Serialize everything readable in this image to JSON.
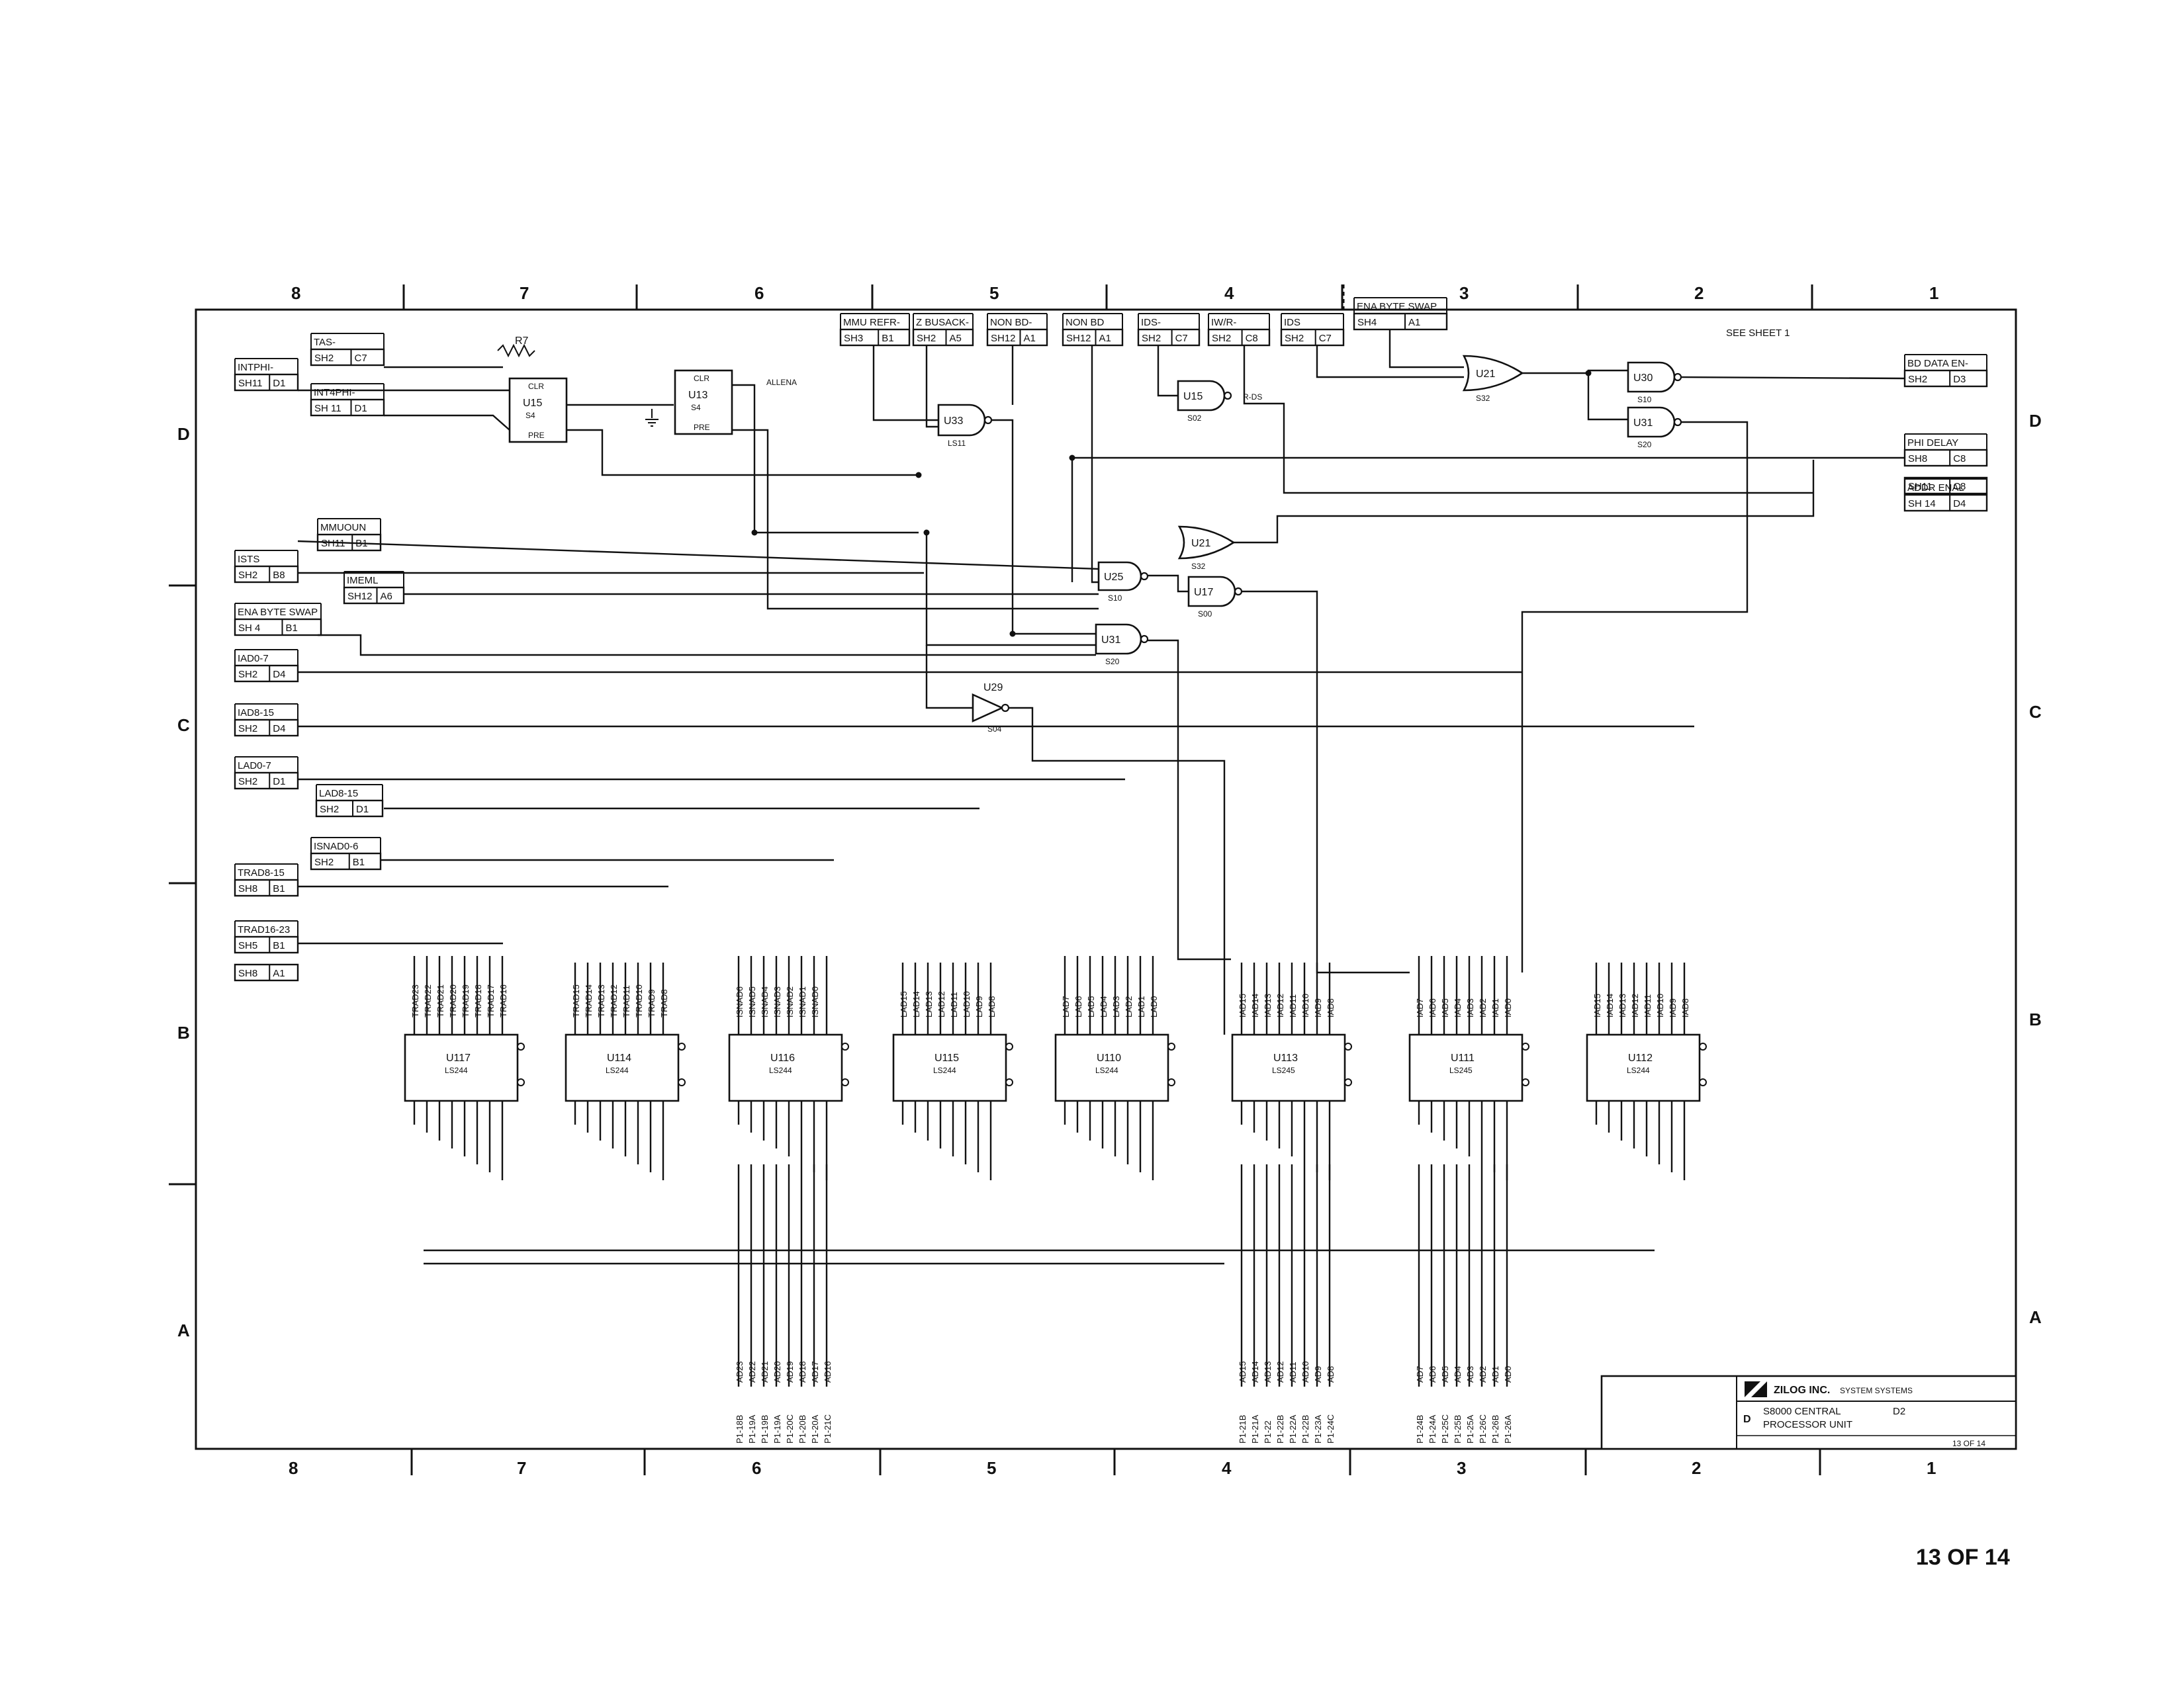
{
  "sheet": {
    "page_label": "13 OF 14",
    "zones_x": [
      "8",
      "7",
      "6",
      "5",
      "4",
      "3",
      "2",
      "1"
    ],
    "zones_y": [
      "D",
      "C",
      "B",
      "A"
    ],
    "ref_note": "SEE SHEET 1"
  },
  "title_block": {
    "company": "ZILOG INC.",
    "division": "SYSTEM SYSTEMS",
    "title_line1": "S8000 CENTRAL",
    "title_line2": "PROCESSOR UNIT",
    "size": "D",
    "rev": "D2",
    "sheet_of": "13 OF 14"
  },
  "ports": [
    {
      "id": "tas",
      "name": "TAS-",
      "sh": "SH2",
      "ref": "C7"
    },
    {
      "id": "intphi",
      "name": "INTPHI-",
      "sh": "SH11",
      "ref": "D1"
    },
    {
      "id": "int4phi",
      "name": "INT4PHI-",
      "sh": "SH 11",
      "ref": "D1"
    },
    {
      "id": "mmuoun",
      "name": "MMUOUN",
      "sh": "SH11",
      "ref": "B1"
    },
    {
      "id": "ists",
      "name": "ISTS",
      "sh": "SH2",
      "ref": "B8"
    },
    {
      "id": "imeml",
      "name": "IMEML",
      "sh": "SH12",
      "ref": "A6"
    },
    {
      "id": "enabs",
      "name": "ENA BYTE SWAP",
      "sh": "SH 4",
      "ref": "B1"
    },
    {
      "id": "iad07",
      "name": "IAD0-7",
      "sh": "SH2",
      "ref": "D4"
    },
    {
      "id": "iad815",
      "name": "IAD8-15",
      "sh": "SH2",
      "ref": "D4"
    },
    {
      "id": "lad07",
      "name": "LAD0-7",
      "sh": "SH2",
      "ref": "D1"
    },
    {
      "id": "lad815",
      "name": "LAD8-15",
      "sh": "SH2",
      "ref": "D1"
    },
    {
      "id": "isnad06",
      "name": "ISNAD0-6",
      "sh": "SH2",
      "ref": "B1"
    },
    {
      "id": "trad815",
      "name": "TRAD8-15",
      "sh": "SH8",
      "ref": "B1"
    },
    {
      "id": "trad1623",
      "name": "TRAD16-23",
      "sh": "SH5",
      "ref": "B1"
    },
    {
      "id": "trad1623b",
      "name": "",
      "sh": "SH8",
      "ref": "A1"
    },
    {
      "id": "mmurefr",
      "name": "MMU REFR-",
      "sh": "SH3",
      "ref": "B1"
    },
    {
      "id": "zbusack",
      "name": "Z BUSACK-",
      "sh": "SH2",
      "ref": "A5"
    },
    {
      "id": "nonbd1",
      "name": "NON BD-",
      "sh": "SH12",
      "ref": "A1"
    },
    {
      "id": "nonbd2",
      "name": "NON BD",
      "sh": "SH12",
      "ref": "A1"
    },
    {
      "id": "ids1",
      "name": "IDS-",
      "sh": "SH2",
      "ref": "C7"
    },
    {
      "id": "iwr",
      "name": "IW/R-",
      "sh": "SH2",
      "ref": "C8"
    },
    {
      "id": "ids2",
      "name": "IDS",
      "sh": "SH2",
      "ref": "C7"
    },
    {
      "id": "enabs2",
      "name": "ENA BYTE SWAP",
      "sh": "SH4",
      "ref": "A1"
    },
    {
      "id": "bddataen",
      "name": "BD DATA EN-",
      "sh": "SH2",
      "ref": "D3"
    },
    {
      "id": "phidelay",
      "name": "PHI DELAY",
      "sh": "SH8",
      "ref": "C8"
    },
    {
      "id": "phidelay2",
      "name": "",
      "sh": "SH11",
      "ref": "C8"
    },
    {
      "id": "addrenal",
      "name": "ADDR ENAL",
      "sh": "SH 14",
      "ref": "D4"
    }
  ],
  "parts": {
    "r7": "R7",
    "u15_ff": {
      "ref": "U15",
      "type": "S4"
    },
    "u13_ff": {
      "ref": "U13",
      "type": "S4"
    },
    "u33": {
      "ref": "U33",
      "type": "LS11"
    },
    "u15_nand": {
      "ref": "U15",
      "type": "S02"
    },
    "u21a": {
      "ref": "U21",
      "type": "S32"
    },
    "u30": {
      "ref": "U30",
      "type": "S10"
    },
    "u31a": {
      "ref": "U31",
      "type": "S20"
    },
    "u21b": {
      "ref": "U21",
      "type": "S32"
    },
    "u25": {
      "ref": "U25",
      "type": "S10"
    },
    "u17_gate": {
      "ref": "U17",
      "type": "S00"
    },
    "u31b": {
      "ref": "U31",
      "type": "S20"
    },
    "u29": {
      "ref": "U29",
      "type": "S04"
    },
    "net_allena": "ALLENA",
    "net_rds": "R-DS"
  },
  "buffers": [
    {
      "ref": "U117",
      "type": "LS244",
      "top": [
        "TRAD23",
        "TRAD22",
        "TRAD21",
        "TRAD20",
        "TRAD19",
        "TRAD18",
        "TRAD17",
        "TRAD16"
      ],
      "bottom": []
    },
    {
      "ref": "U114",
      "type": "LS244",
      "top": [
        "TRAD15",
        "TRAD14",
        "TRAD13",
        "TRAD12",
        "TRAD11",
        "TRAD10",
        "TRAD9",
        "TRAD8"
      ],
      "bottom": []
    },
    {
      "ref": "U116",
      "type": "LS244",
      "top": [
        "ISNAD6",
        "ISNAD5",
        "ISNAD4",
        "ISNAD3",
        "ISNAD2",
        "ISNAD1",
        "ISNAD0"
      ],
      "bottom": [
        "AD23",
        "AD22",
        "AD21",
        "AD20",
        "AD19",
        "AD18",
        "AD17",
        "AD16"
      ]
    },
    {
      "ref": "U115",
      "type": "LS244",
      "top": [
        "LAD15",
        "LAD14",
        "LAD13",
        "LAD12",
        "LAD11",
        "LAD10",
        "LAD9",
        "LAD8"
      ],
      "bottom": []
    },
    {
      "ref": "U110",
      "type": "LS244",
      "top": [
        "LAD7",
        "LAD6",
        "LAD5",
        "LAD4",
        "LAD3",
        "LAD2",
        "LAD1",
        "LAD0"
      ],
      "bottom": []
    },
    {
      "ref": "U113",
      "type": "LS245",
      "top": [
        "IAD15",
        "IAD14",
        "IAD13",
        "IAD12",
        "IAD11",
        "IAD10",
        "IAD9",
        "IAD8"
      ],
      "bottom": [
        "AD15",
        "AD14",
        "AD13",
        "AD12",
        "AD11",
        "AD10",
        "AD9",
        "AD8"
      ]
    },
    {
      "ref": "U111",
      "type": "LS245",
      "top": [
        "IAD7",
        "IAD6",
        "IAD5",
        "IAD4",
        "IAD3",
        "IAD2",
        "IAD1",
        "IAD0"
      ],
      "bottom": [
        "AD7",
        "AD6",
        "AD5",
        "AD4",
        "AD3",
        "AD2",
        "AD1",
        "AD0"
      ]
    },
    {
      "ref": "U112",
      "type": "LS244",
      "top": [
        "IAD15",
        "IAD14",
        "IAD13",
        "IAD12",
        "IAD11",
        "IAD10",
        "IAD9",
        "IAD8"
      ],
      "bottom": []
    }
  ],
  "connectors": {
    "u116": [
      "P1-18B",
      "P1-19A",
      "P1-19B",
      "P1-19A",
      "P1-20C",
      "P1-20B",
      "P1-20A",
      "P1-21C"
    ],
    "u113": [
      "P1-21B",
      "P1-21A",
      "P1-22",
      "P1-22B",
      "P1-22A",
      "P1-22B",
      "P1-23A",
      "P1-24C"
    ],
    "u111": [
      "P1-24B",
      "P1-24A",
      "P1-25C",
      "P1-25B",
      "P1-25A",
      "P1-26C",
      "P1-26B",
      "P1-26A"
    ]
  }
}
